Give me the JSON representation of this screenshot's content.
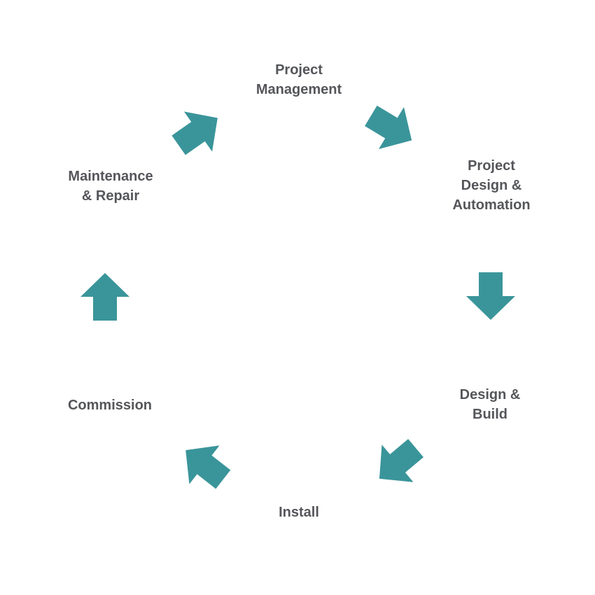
{
  "cycle": {
    "arrow_color": "#3a959a",
    "text_color": "#55565a",
    "stages": [
      {
        "id": "project-management",
        "label": "Project\nManagement"
      },
      {
        "id": "project-design-automation",
        "label": "Project\nDesign &\nAutomation"
      },
      {
        "id": "design-build",
        "label": "Design &\nBuild"
      },
      {
        "id": "install",
        "label": "Install"
      },
      {
        "id": "commission",
        "label": "Commission"
      },
      {
        "id": "maintenance-repair",
        "label": "Maintenance\n& Repair"
      }
    ],
    "arrows": [
      {
        "name": "arrow-to-project-management-icon"
      },
      {
        "name": "arrow-to-project-design-icon"
      },
      {
        "name": "arrow-to-design-build-icon"
      },
      {
        "name": "arrow-to-install-icon"
      },
      {
        "name": "arrow-to-commission-icon"
      },
      {
        "name": "arrow-to-maintenance-icon"
      }
    ]
  }
}
